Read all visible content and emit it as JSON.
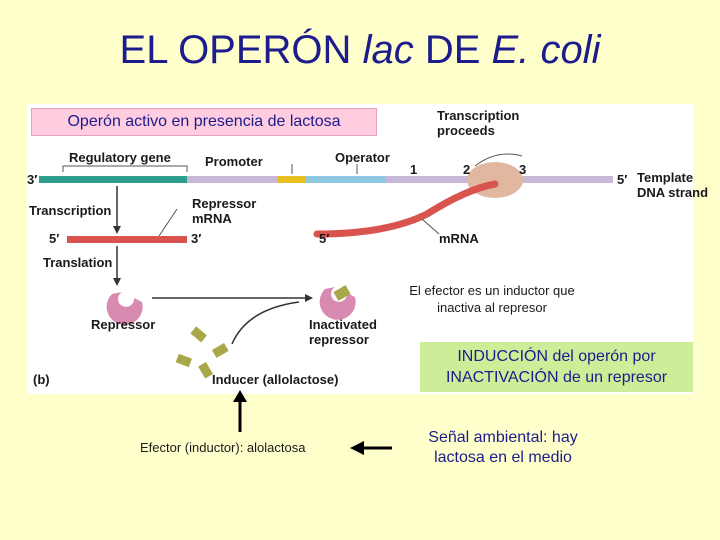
{
  "title": {
    "main": "EL OPERÓN",
    "italic1": "lac",
    "mid": "DE",
    "italic2": "E. coli"
  },
  "boxes": {
    "active": "Operón activo en presencia de lactosa",
    "induction_line1": "INDUCCIÓN del operón por",
    "induction_line2": "INACTIVACIÓN de un represor"
  },
  "figure": {
    "transcription_proceeds_1": "Transcription",
    "transcription_proceeds_2": "proceeds",
    "regulatory_gene": "Regulatory gene",
    "promoter": "Promoter",
    "operator": "Operator",
    "gene1": "1",
    "gene2": "2",
    "gene3": "3",
    "end3_left": "3′",
    "end5_right": "5′",
    "template_1": "Template",
    "template_2": "DNA strand",
    "transcription": "Transcription",
    "repressor_mrna_1": "Repressor",
    "repressor_mrna_2": "mRNA",
    "end5_mrna": "5′",
    "end3_mrna": "3′",
    "end5_mrna2": "5′",
    "mrna": "mRNA",
    "translation": "Translation",
    "repressor": "Repressor",
    "inactivated_1": "Inactivated",
    "inactivated_2": "repressor",
    "panel": "(b)",
    "inducer": "Inducer (allolactose)"
  },
  "notes": {
    "effector_1": "El efector es un inductor que",
    "effector_2": "inactiva al represor",
    "left_caption": "Efector (inductor): alolactosa",
    "right_caption_1": "Señal ambiental: hay",
    "right_caption_2": "lactosa en el medio"
  },
  "colors": {
    "title": "#1C1C8C",
    "background": "#FFFFCC",
    "dna_teal": "#2E9E8E",
    "promoter_yellow": "#E8C020",
    "operator_blue": "#8EC8E0",
    "mrna_red": "#D9534F",
    "repressor_pink": "#D88AB0",
    "inducer_olive": "#A8A848",
    "polymerase": "#E0B8A0"
  }
}
